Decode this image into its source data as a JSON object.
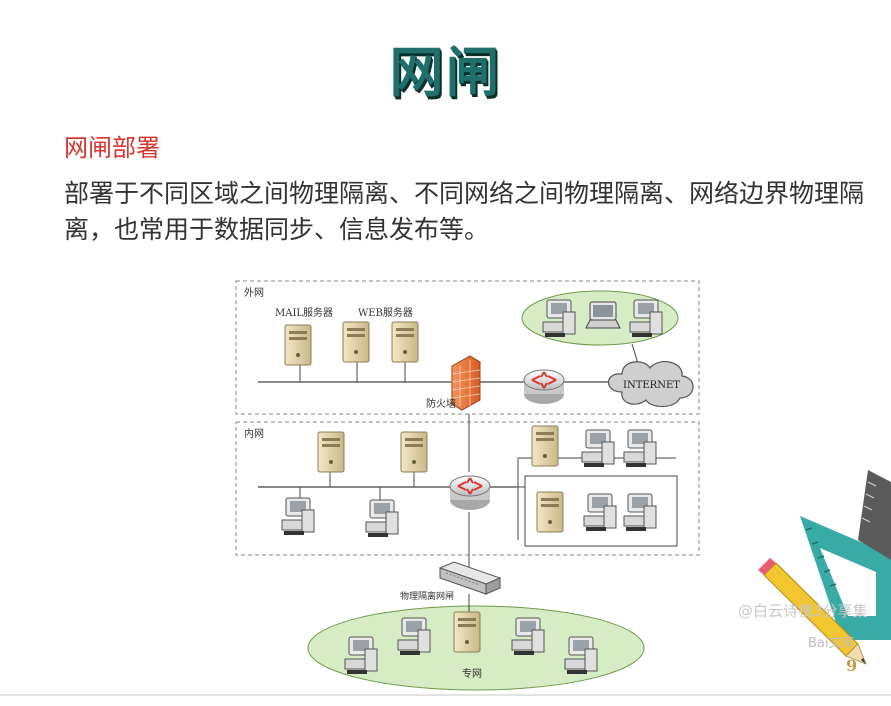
{
  "title": "网闸",
  "subtitle": "网闸部署",
  "paragraph": "部署于不同区域之间物理隔离、不同网络之间物理隔离、网络边界物理隔离，也常用于数据同步、信息发布等。",
  "diagram": {
    "outer_zone_label": "外网",
    "mail_server_label": "MAIL服务器",
    "web_server_label": "WEB服务器",
    "firewall_label": "防火墙",
    "internet_label": "INTERNET",
    "inner_zone_label": "内网",
    "gap_label": "物理隔离网闸",
    "private_zone_label": "专网"
  },
  "watermark": "@白云诗槐3分享集",
  "wenku_logo": "Bai文库",
  "page_number": "9",
  "colors": {
    "title": "#1f6f6a",
    "subtitle": "#d8342c",
    "zone_fill": "#d6ecc4",
    "firewall": "#e8703a"
  }
}
